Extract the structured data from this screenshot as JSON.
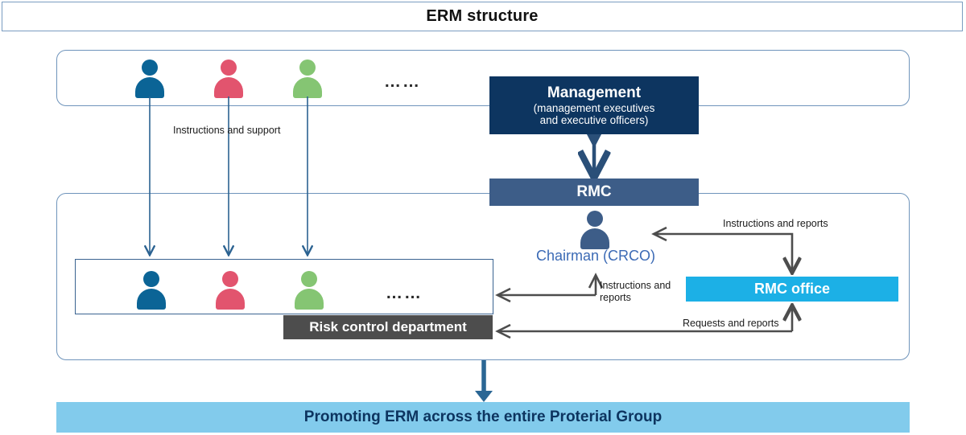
{
  "title": {
    "text": "ERM structure"
  },
  "top_group": {
    "people": [
      {
        "name": "person-blue",
        "color": "#0b6496"
      },
      {
        "name": "person-pink",
        "color": "#e2546e"
      },
      {
        "name": "person-green",
        "color": "#85c573"
      }
    ],
    "ellipsis": "……"
  },
  "bottom_group": {
    "people": [
      {
        "name": "person-blue",
        "color": "#0b6496"
      },
      {
        "name": "person-pink",
        "color": "#e2546e"
      },
      {
        "name": "person-green",
        "color": "#85c573"
      }
    ],
    "ellipsis": "……"
  },
  "management": {
    "line1": "Management",
    "line2": "(management executives",
    "line3": "and executive officers)",
    "color": "#0d3560"
  },
  "rmc": {
    "label": "RMC",
    "color": "#3d5d88"
  },
  "chairman": {
    "label": "Chairman (CRCO)",
    "color": "#3b6ab5",
    "icon_color": "#3d5d88"
  },
  "rmc_office": {
    "label": "RMC office",
    "color": "#1cb0e6"
  },
  "risk_control_department": {
    "label": "Risk control department",
    "color": "#4d4d4d"
  },
  "promotion_banner": {
    "label": "Promoting ERM across the entire Proterial Group",
    "color": "#82cbec",
    "text_color": "#0d3560"
  },
  "captions": {
    "instructions_and_support": "Instructions and support",
    "instructions_and_reports_left_l1": "Instructions and",
    "instructions_and_reports_left_l2": "reports",
    "instructions_and_reports_right": "Instructions and reports",
    "requests_and_reports": "Requests and reports"
  },
  "colors": {
    "group_border": "#6f94bb",
    "title_border": "#7a9cc0",
    "arrow_blue": "#2b6291",
    "arrow_gray": "#4d4d4d",
    "inner_box_border": "#3a6390"
  }
}
